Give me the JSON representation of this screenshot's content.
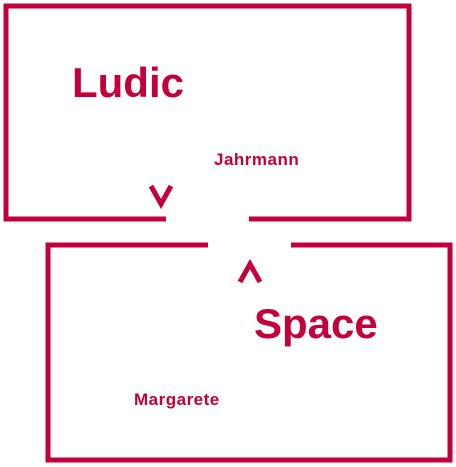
{
  "colors": {
    "accent": "#c4003c",
    "background": "#ffffff"
  },
  "top_card": {
    "title": "Ludic",
    "name": "Jahrmann",
    "marker_icon": "chevron-down-icon"
  },
  "bottom_card": {
    "title": "Space",
    "name": "Margarete",
    "marker_icon": "chevron-up-icon"
  }
}
